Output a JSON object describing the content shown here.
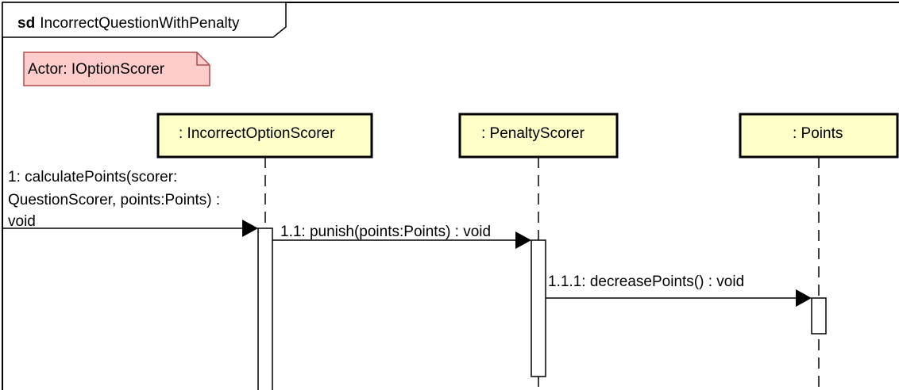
{
  "frame": {
    "keyword": "sd",
    "name": "IncorrectQuestionWithPenalty"
  },
  "note": {
    "text": "Actor: IOptionScorer"
  },
  "lifelines": [
    {
      "label": ": IncorrectOptionScorer"
    },
    {
      "label": ": PenaltyScorer"
    },
    {
      "label": ": Points"
    }
  ],
  "messages": [
    {
      "lines": [
        "1: calculatePoints(scorer:",
        "QuestionScorer, points:Points) :",
        "void"
      ]
    },
    {
      "lines": [
        "1.1: punish(points:Points) : void"
      ]
    },
    {
      "lines": [
        "1.1.1: decreasePoints() : void"
      ]
    }
  ],
  "colors": {
    "frame_border": "#000000",
    "lifeline_fill": "#ffffc8",
    "note_fill": "#ffcccc",
    "note_border": "#b24b4b",
    "activation_fill": "#ffffff"
  }
}
